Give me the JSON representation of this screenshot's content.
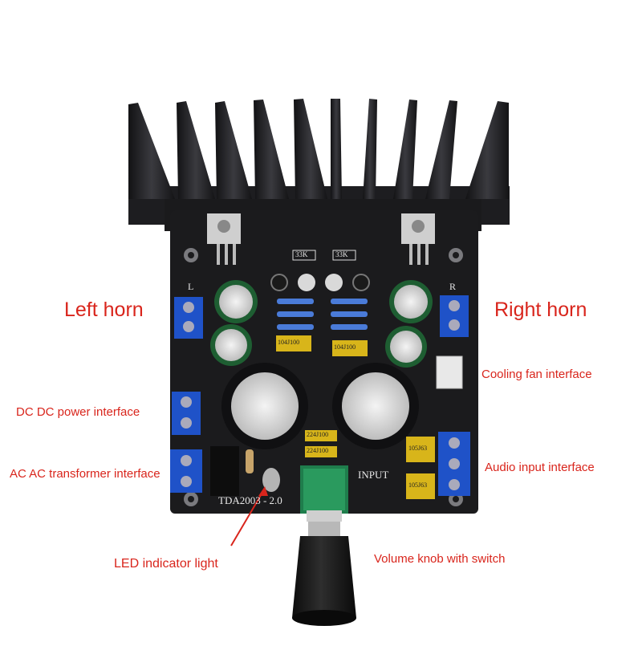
{
  "callouts": {
    "left_horn": "Left horn",
    "right_horn": "Right horn",
    "cooling_fan": "Cooling fan interface",
    "dc_power": "DC DC power interface",
    "audio_input": "Audio input interface",
    "ac_transformer": "AC AC transformer interface",
    "led_indicator": "LED indicator light",
    "volume_knob": "Volume knob with switch"
  },
  "board_silkscreen": {
    "left_channel": "L",
    "right_channel": "R",
    "input_label": "INPUT",
    "model": "TDA2003 - 2.0",
    "resistor_left": "33K",
    "resistor_right": "33K",
    "cap_code_left": "104J100",
    "cap_code_right": "104J100",
    "cap_code_mid_1": "224J100",
    "cap_code_mid_2": "224J100",
    "cap_code_in_1": "105J63",
    "cap_code_in_2": "105J63"
  },
  "colors": {
    "callout_text": "#d9251c",
    "pcb": "#1b1b1d",
    "heatsink": "#232326",
    "terminal_blue": "#1f52c8",
    "film_cap_yellow": "#d8b51a",
    "pot_green": "#1f7d4c"
  }
}
